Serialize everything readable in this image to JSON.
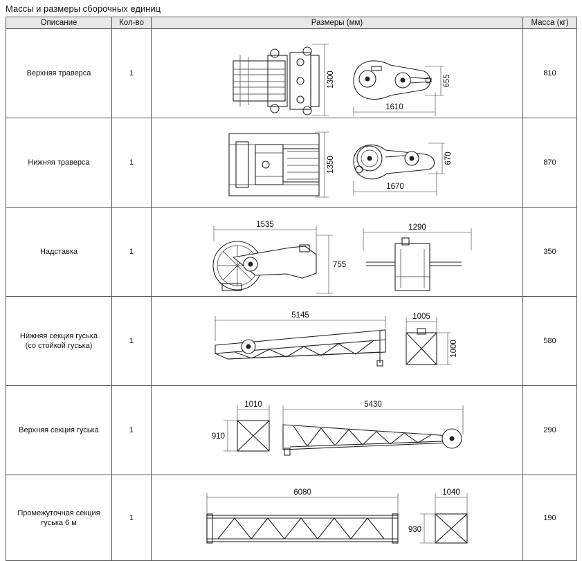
{
  "title": "Массы и размеры сборочных единиц",
  "headers": {
    "description": "Описание",
    "qty": "Кол-во",
    "dimensions": "Размеры (мм)",
    "mass": "Масса (кг)"
  },
  "rows": [
    {
      "description": "Верхняя траверса",
      "qty": "1",
      "mass": "810",
      "dims": {
        "height_front": "1300",
        "length_side": "1610",
        "height_side": "655"
      }
    },
    {
      "description": "Нижняя траверса",
      "qty": "1",
      "mass": "870",
      "dims": {
        "height_front": "1350",
        "length_side": "1670",
        "height_side": "670"
      }
    },
    {
      "description": "Надставка",
      "qty": "1",
      "mass": "350",
      "dims": {
        "length_side": "1535",
        "height_side": "755",
        "width_front": "1290"
      }
    },
    {
      "description": "Нижняя секция гуська\n(со стойкой гуська)",
      "qty": "1",
      "mass": "580",
      "dims": {
        "length": "5145",
        "width_end": "1005",
        "height_end": "1000"
      }
    },
    {
      "description": "Верхняя секция гуська",
      "qty": "1",
      "mass": "290",
      "dims": {
        "width_end": "1010",
        "height_end": "910",
        "length": "5430"
      }
    },
    {
      "description": "Промежуточная секция\nгуська 6 м",
      "qty": "1",
      "mass": "190",
      "dims": {
        "length": "6080",
        "width_end": "1040",
        "height_end": "930"
      }
    }
  ]
}
